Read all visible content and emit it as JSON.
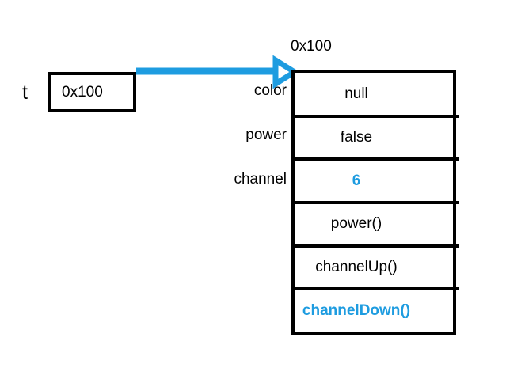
{
  "diagram": {
    "type": "object-reference-memory-diagram",
    "background_color": "#ffffff",
    "stroke_color": "#000000",
    "accent_color": "#1e9ce0"
  },
  "reference": {
    "name": "t",
    "value": "0x100",
    "box_name": "reference-variable-box"
  },
  "arrow": {
    "name": "reference-arrow",
    "color": "#1e9ce0",
    "head_style": "hollow-triangle",
    "direction": "left-to-right"
  },
  "object": {
    "address_label": "0x100",
    "rows": [
      {
        "field_label": "color",
        "value": "null",
        "accent": false
      },
      {
        "field_label": "power",
        "value": "false",
        "accent": false
      },
      {
        "field_label": "channel",
        "value": "6",
        "accent": true
      },
      {
        "field_label": "",
        "value": "power()",
        "accent": false
      },
      {
        "field_label": "",
        "value": "channelUp()",
        "accent": false
      },
      {
        "field_label": "",
        "value": "channelDown()",
        "accent": true
      }
    ]
  }
}
